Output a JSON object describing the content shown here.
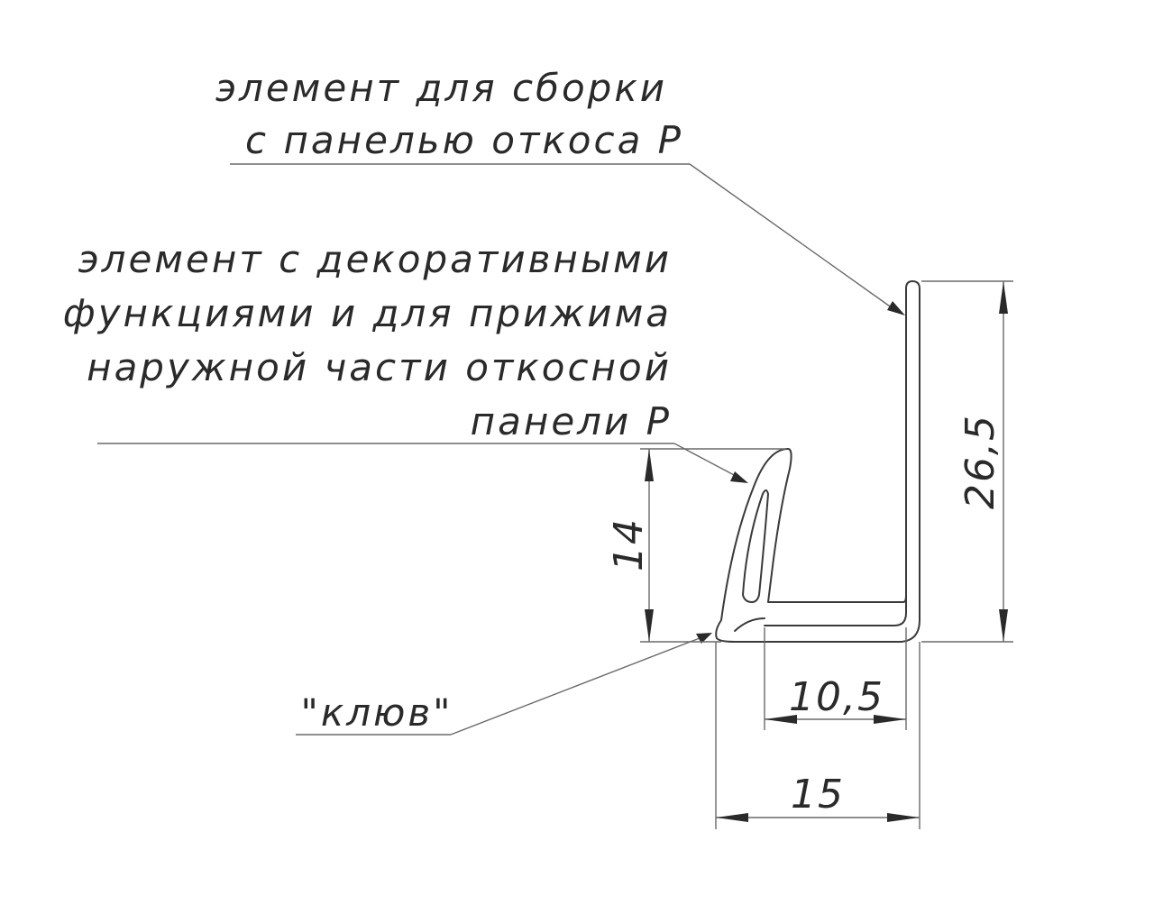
{
  "callouts": {
    "assembly_element": {
      "line1": "элемент для сборки",
      "line2": "с панелью откоса Р"
    },
    "decorative_element": {
      "line1": "элемент с декоративными",
      "line2": "функциями и для прижима",
      "line3": "наружной части откосной",
      "line4": "панели Р"
    },
    "beak": {
      "text": "\"клюв\""
    }
  },
  "dimensions": {
    "total_height": "26,5",
    "lip_height": "14",
    "inner_width": "10,5",
    "total_width": "15"
  },
  "colors": {
    "line": "#3a3a3a",
    "text": "#2a2a2a",
    "background": "#ffffff"
  }
}
